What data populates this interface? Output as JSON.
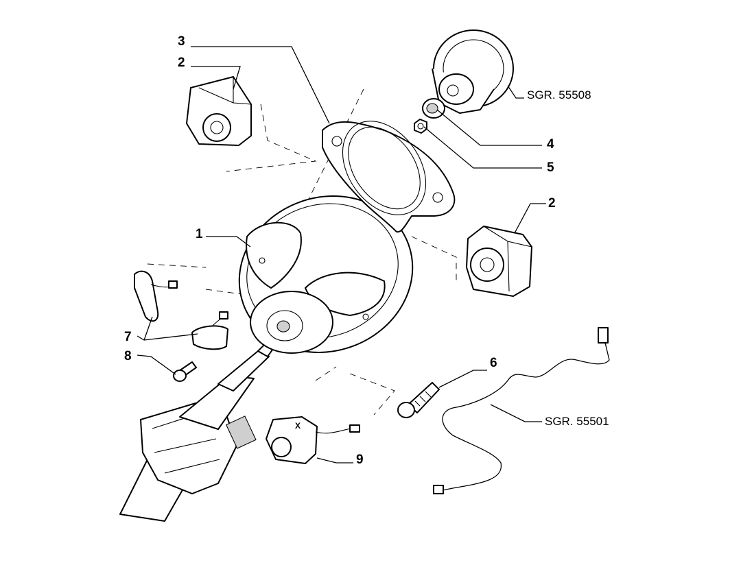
{
  "diagram": {
    "part_labels": [
      {
        "id": "3",
        "text": "3"
      },
      {
        "id": "2a",
        "text": "2"
      },
      {
        "id": "2b",
        "text": "2"
      },
      {
        "id": "1",
        "text": "1"
      },
      {
        "id": "4",
        "text": "4"
      },
      {
        "id": "5",
        "text": "5"
      },
      {
        "id": "6",
        "text": "6"
      },
      {
        "id": "7",
        "text": "7"
      },
      {
        "id": "8",
        "text": "8"
      },
      {
        "id": "9",
        "text": "9"
      }
    ],
    "references": [
      {
        "id": "sgr-55508",
        "text": "SGR. 55508"
      },
      {
        "id": "sgr-55501",
        "text": "SGR. 55501"
      }
    ],
    "switch_marking": "X"
  }
}
